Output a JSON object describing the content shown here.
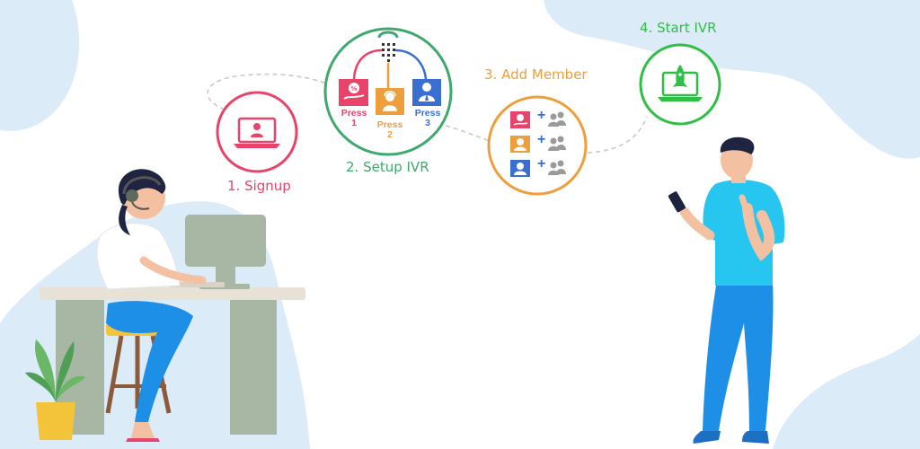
{
  "steps": [
    {
      "label": "1. Signup",
      "color": "#e8436a"
    },
    {
      "label": "2. Setup IVR",
      "color": "#3fa86e"
    },
    {
      "label": "3. Add Member",
      "color": "#ee9f3c"
    },
    {
      "label": "4. Start IVR",
      "color": "#2fbf47"
    }
  ],
  "press_options": [
    {
      "press": "Press",
      "num": "1",
      "color": "#e8436a"
    },
    {
      "press": "Press",
      "num": "2",
      "color": "#ee9f3c"
    },
    {
      "press": "Press",
      "num": "3",
      "color": "#3a6fd2"
    }
  ],
  "member_plus": "+",
  "colors": {
    "blob": "#dcebf8",
    "desk": "#a7b7a4",
    "shirt": "#27c6f0",
    "pants": "#1d8fe6"
  }
}
